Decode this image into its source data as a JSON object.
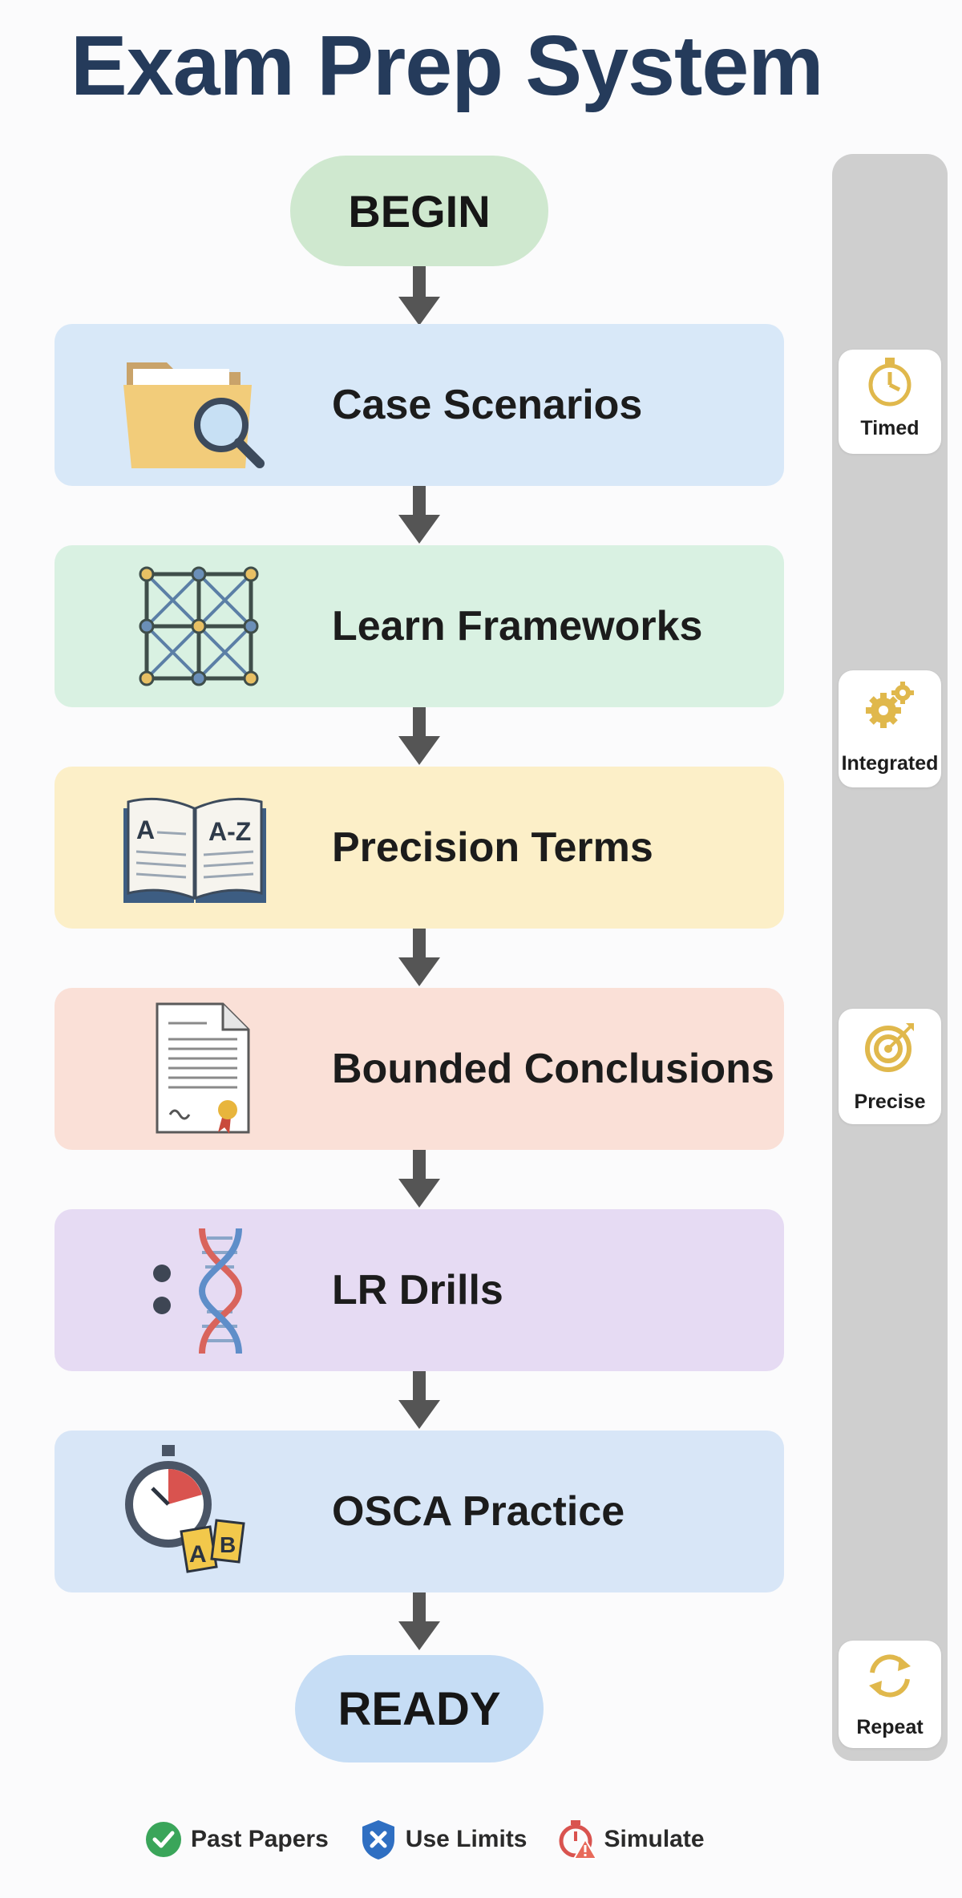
{
  "title": "Exam Prep System",
  "start": "BEGIN",
  "end": "READY",
  "steps": [
    {
      "label": "Case Scenarios",
      "color": "#d8e8f8",
      "icon": "folder-magnifier-icon"
    },
    {
      "label": "Learn Frameworks",
      "color": "#d9f1e2",
      "icon": "network-grid-icon"
    },
    {
      "label": "Precision Terms",
      "color": "#fcefc8",
      "icon": "dictionary-book-icon"
    },
    {
      "label": "Bounded Conclusions",
      "color": "#fae0d7",
      "icon": "certificate-document-icon"
    },
    {
      "label": "LR Drills",
      "color": "#e6dbf3",
      "icon": "dna-helix-icon"
    },
    {
      "label": "OSCA Practice",
      "color": "#d8e6f7",
      "icon": "stopwatch-answer-cards-icon"
    }
  ],
  "side_badges": [
    {
      "label": "Timed",
      "icon": "stopwatch-icon"
    },
    {
      "label": "Integrated",
      "icon": "gears-icon"
    },
    {
      "label": "Precise",
      "icon": "target-icon"
    },
    {
      "label": "Repeat",
      "icon": "cycle-arrows-icon"
    }
  ],
  "legend": [
    {
      "label": "Past Papers",
      "icon": "check-circle-icon",
      "color": "#3aa55a"
    },
    {
      "label": "Use Limits",
      "icon": "shield-x-icon",
      "color": "#2f6fc2"
    },
    {
      "label": "Simulate",
      "icon": "timer-warning-icon",
      "color": "#d9534f"
    }
  ],
  "colors": {
    "title": "#253b5b",
    "arrow": "#555555",
    "rail": "#cfcfcf",
    "badge_icon": "#e0b84c"
  }
}
